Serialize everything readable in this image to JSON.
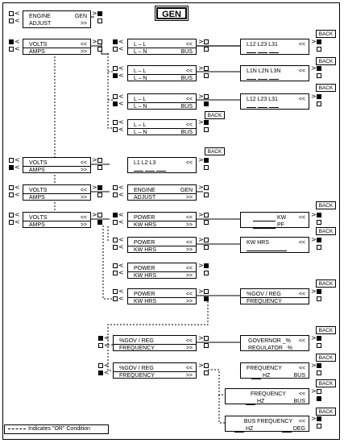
{
  "title": "GEN",
  "legend": "Indicates \"OR\" Condition",
  "back_label": "BACK",
  "screens": {
    "s1": {
      "l1": "ENGINE",
      "r1": "GEN",
      "l2": "ADJUST",
      "r2": ">>"
    },
    "s2": {
      "l1": "VOLTS",
      "r1": "<<",
      "l2": "AMPS",
      "r2": ">>"
    },
    "s3": {
      "l1": "L – L",
      "r1": "<<",
      "l2": "L – N",
      "r2": "BUS"
    },
    "s4": {
      "t1": "L12  L23  L31",
      "r1": "<<"
    },
    "s5": {
      "l1": "L – L",
      "r1": "<<",
      "l2": "L – N",
      "r2": "BUS"
    },
    "s6": {
      "t1": "L1N  L2N  L3N",
      "r1": "<<"
    },
    "s7": {
      "l1": "L – L",
      "r1": "<<",
      "l2": "L – N",
      "r2": "BUS"
    },
    "s8": {
      "t1": "L12  L23  L31",
      "r1": "<<"
    },
    "s9": {
      "l1": "L – L",
      "r1": "<<",
      "l2": "L – N",
      "r2": "BUS"
    },
    "s10": {
      "l1": "VOLTS",
      "r1": "<<",
      "l2": "AMPS",
      "r2": ">>"
    },
    "s11": {
      "t1": "L1     L2     L3",
      "r1": "<<"
    },
    "s12": {
      "l1": "VOLTS",
      "r1": "<<",
      "l2": "AMPS",
      "r2": ">>"
    },
    "s13": {
      "l1": "ENGINE",
      "r1": "GEN",
      "l2": "ADJUST",
      "r2": ">>"
    },
    "s14": {
      "l1": "VOLTS",
      "r1": "<<",
      "l2": "AMPS",
      "r2": ">>"
    },
    "s15": {
      "l1": "POWER",
      "r1": "<<",
      "l2": "KW HRS",
      "r2": ">>"
    },
    "s16": {
      "t1": "KW",
      "r1": "<<",
      "t2": "PF"
    },
    "s17": {
      "l1": "POWER",
      "r1": "<<",
      "l2": "KW HRS",
      "r2": ">>"
    },
    "s18": {
      "t1": "KW HRS",
      "r1": "<<"
    },
    "s19": {
      "l1": "POWER",
      "r1": "<<",
      "l2": "KW HRS",
      "r2": ">>"
    },
    "s20": {
      "l1": "POWER",
      "r1": "<<",
      "l2": "KW HRS",
      "r2": ">>"
    },
    "s21": {
      "l1": "%GOV / REG",
      "r1": "<<",
      "l2": "FREQUENCY",
      "r2": ""
    },
    "s22": {
      "l1": "%GOV / REG",
      "r1": "<<",
      "l2": "FREQUENCY",
      "r2": ">>"
    },
    "s23": {
      "t1": "GOVERNOR _%",
      "r1": "<<",
      "t2": "REGULATOR _%"
    },
    "s24": {
      "l1": "%GOV / REG",
      "r1": "<<",
      "l2": "FREQUENCY",
      "r2": ">>"
    },
    "s25": {
      "t1": "FREQUENCY",
      "r1": "<<",
      "t2": "HZ",
      "r2": "BUS"
    },
    "s26": {
      "t1": "FREQUENCY",
      "r1": "<<",
      "t2": "HZ",
      "r2": "BUS"
    },
    "s27": {
      "t1": "BUS FREQUENCY",
      "r1": "<<",
      "t2": "HZ",
      "r2": "DEG"
    }
  }
}
